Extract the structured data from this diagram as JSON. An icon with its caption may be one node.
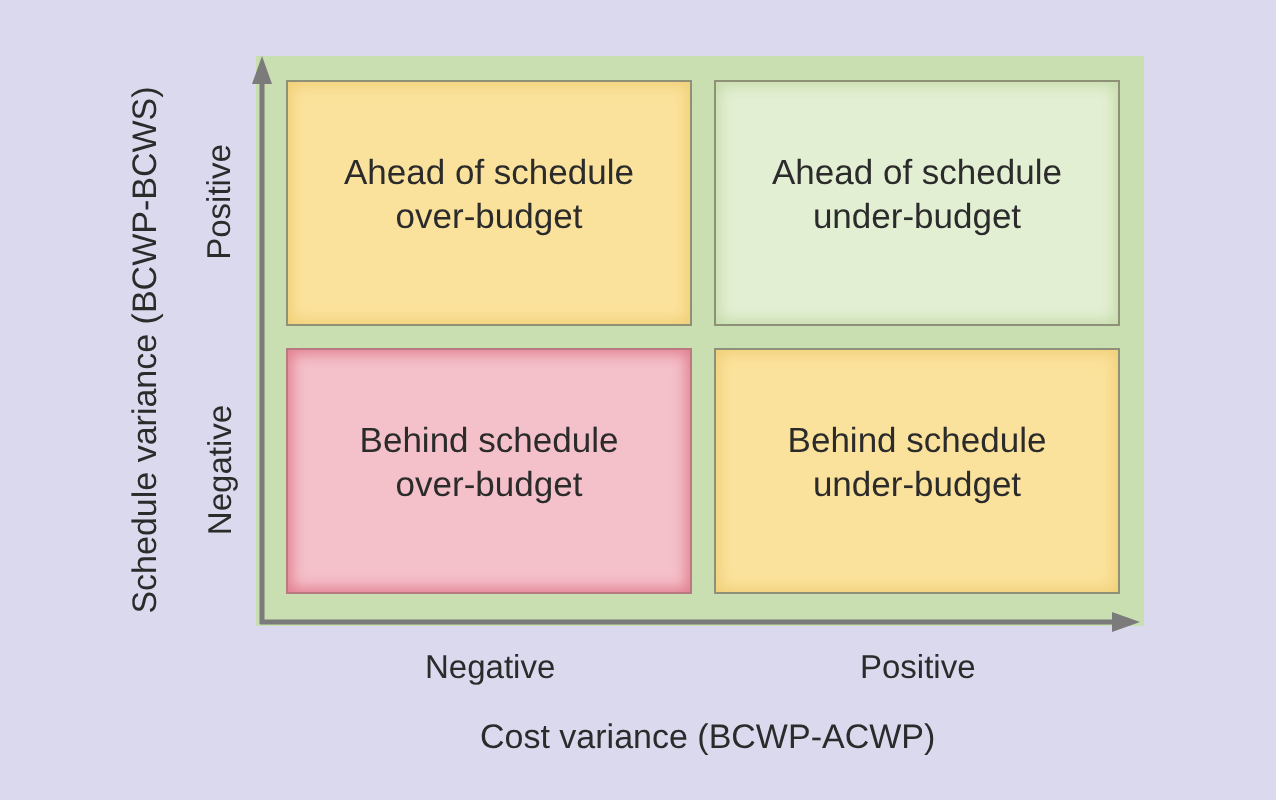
{
  "diagram": {
    "nodes": [
      {
        "text": [
          "Ahead of schedule over-budget"
        ]
      },
      {
        "text": [
          "Ahead of schedule under-budget"
        ]
      },
      {
        "text": [
          "Behind schedule over-budget"
        ]
      },
      {
        "text": [
          "Behind schedule under-budget"
        ]
      }
    ],
    "labels": [
      "Schedule variance (BCWP-BCWS)",
      "Positive",
      "Negative",
      "Negative",
      "Positive",
      "Cost variance (BCWP-ACWP)"
    ]
  }
}
